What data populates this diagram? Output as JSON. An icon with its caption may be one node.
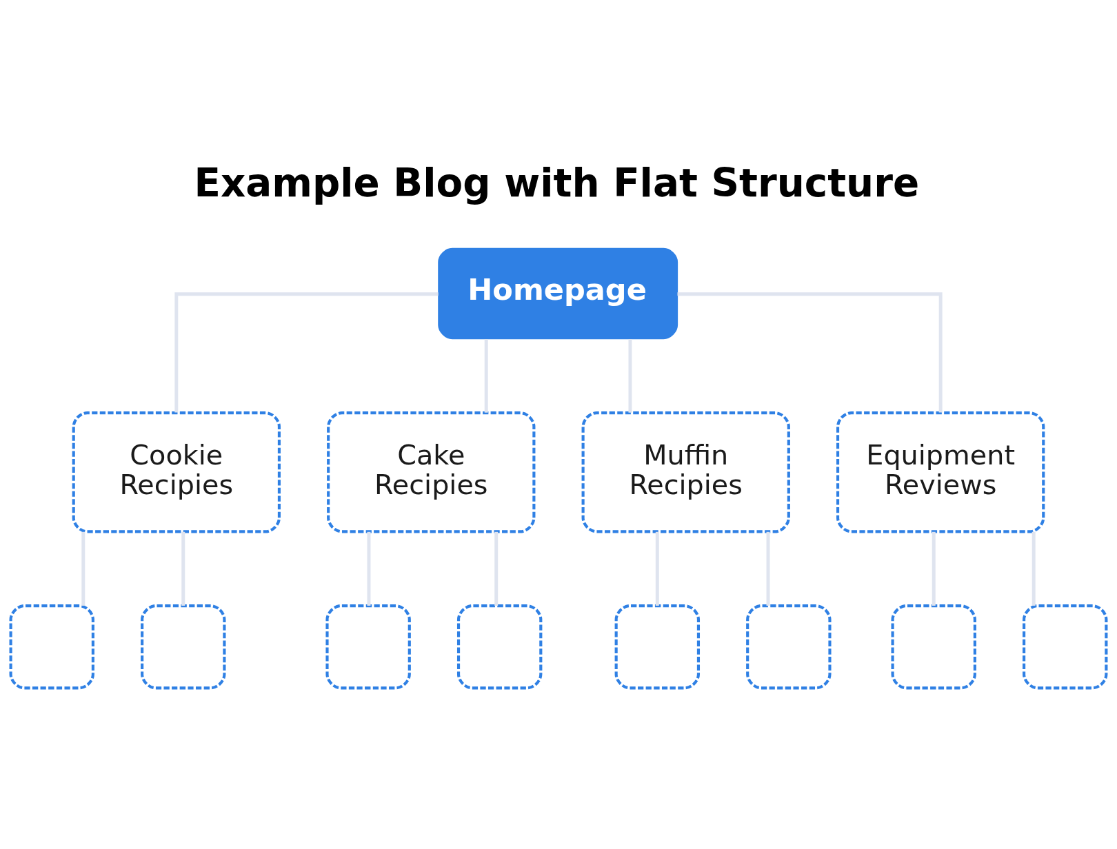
{
  "diagram": {
    "title": "Example Blog with Flat Structure",
    "nodes": [
      {
        "text": [
          "Homepage"
        ]
      },
      {
        "text": [
          "Cookie Recipies"
        ]
      },
      {
        "text": [
          "Cake Recipies"
        ]
      },
      {
        "text": [
          "Muffin Recipies"
        ]
      },
      {
        "text": [
          "Equipment Reviews"
        ]
      },
      {
        "text": [],
        "shape": "box"
      },
      {
        "text": [],
        "shape": "box"
      },
      {
        "text": [],
        "shape": "box"
      },
      {
        "text": [],
        "shape": "box"
      },
      {
        "text": [],
        "shape": "box"
      },
      {
        "text": [],
        "shape": "box"
      },
      {
        "text": [],
        "shape": "box"
      },
      {
        "text": [],
        "shape": "box"
      }
    ],
    "edges": [
      {
        "from": 0,
        "to": 1,
        "arrow": "none"
      },
      {
        "from": 0,
        "to": 2,
        "arrow": "none"
      },
      {
        "from": 0,
        "to": 3,
        "arrow": "none"
      },
      {
        "from": 0,
        "to": 4,
        "arrow": "none"
      },
      {
        "from": 1,
        "to": 5,
        "arrow": "none"
      },
      {
        "from": 1,
        "to": 6,
        "arrow": "none"
      },
      {
        "from": 2,
        "to": 7,
        "arrow": "none"
      },
      {
        "from": 2,
        "to": 8,
        "arrow": "none"
      },
      {
        "from": 3,
        "to": 9,
        "arrow": "none"
      },
      {
        "from": 3,
        "to": 10,
        "arrow": "none"
      },
      {
        "from": 4,
        "to": 11,
        "arrow": "none"
      },
      {
        "from": 4,
        "to": 12,
        "arrow": "none"
      }
    ]
  }
}
